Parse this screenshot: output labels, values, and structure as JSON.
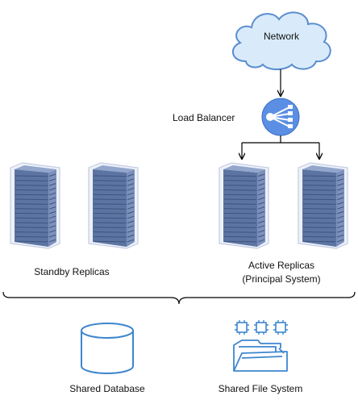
{
  "network": {
    "label": "Network"
  },
  "load_balancer": {
    "label": "Load Balancer"
  },
  "standby": {
    "label": "Standby Replicas"
  },
  "active": {
    "label_line1": "Active Replicas",
    "label_line2": "(Principal System)"
  },
  "shared_database": {
    "label": "Shared Database"
  },
  "shared_file_system": {
    "label": "Shared File System"
  },
  "colors": {
    "cloud_fill": "#d9ebfb",
    "cloud_stroke": "#5a8ed0",
    "server_frame": "#c3cce4",
    "server_unit": "#5c74a2",
    "lb_fill": "#5b8fe3",
    "icon_stroke": "#3d86cf",
    "line": "#000000"
  }
}
